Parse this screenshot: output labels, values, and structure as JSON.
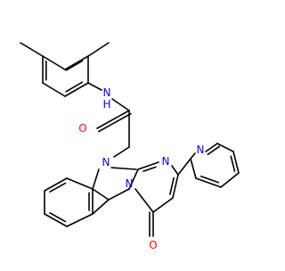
{
  "molecule": {
    "atom_labels": {
      "amide_nitrogen": "N",
      "amide_hydrogen": "H",
      "carbonyl_oxygen": "O",
      "benzimidazole_nitrogen": "N",
      "pyrimidine_nitrogen_top": "N",
      "bridgehead_nitrogen": "N",
      "ketone_oxygen": "O",
      "pyridine_nitrogen": "N"
    },
    "colors": {
      "bond": "#000000",
      "nitrogen": "#0000ff",
      "oxygen": "#ff0000",
      "background": "#ffffff"
    }
  }
}
